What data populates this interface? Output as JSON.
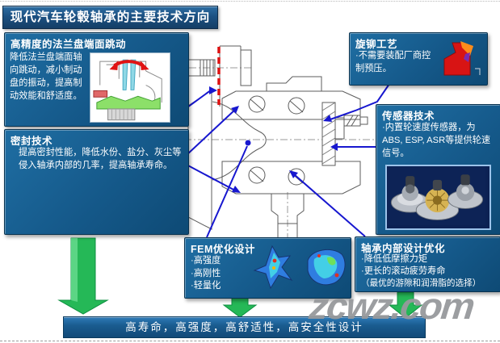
{
  "page": {
    "title": "现代汽车轮毂轴承的主要技术方向",
    "watermark": "zcwz.com"
  },
  "boxes": {
    "flange_runout": {
      "title": "高精度的法兰盘端面跳动",
      "body": "降低法兰盘端面轴向跳动，减小制动盘的振动，提高制动效能和舒适度。"
    },
    "sealing": {
      "title": "密封技术",
      "body": "提高密封性能，降低水份、盐分、灰尘等侵入轴承内部的几率，提高轴承寿命。"
    },
    "riveting": {
      "title": "旋铆工艺",
      "body": "·不需要装配厂商控制预压。"
    },
    "sensor": {
      "title": "传感器技术",
      "body": "·内置轮速度传感器，为ABS, ESP, ASR等提供轮速信号。"
    },
    "fem": {
      "title": "FEM优化设计",
      "bullets": [
        "·高强度",
        "·高刚性",
        "·轻量化"
      ]
    },
    "internal": {
      "title": "轴承内部设计优化",
      "bullets": [
        "·降低低摩擦力矩",
        "·更长的滚动疲劳寿命",
        "（最优的游隙和润滑脂的选择）"
      ]
    }
  },
  "footer": {
    "label": "高寿命，高强度，高舒适性，高安全性设计"
  },
  "colors": {
    "panel_blue": "#15598a",
    "title_blue": "#1c5182",
    "arrow_green": "#25b857",
    "connector_blue": "#1717cf",
    "runout_red": "#dd1010",
    "watermark_gray": "#97999c"
  }
}
